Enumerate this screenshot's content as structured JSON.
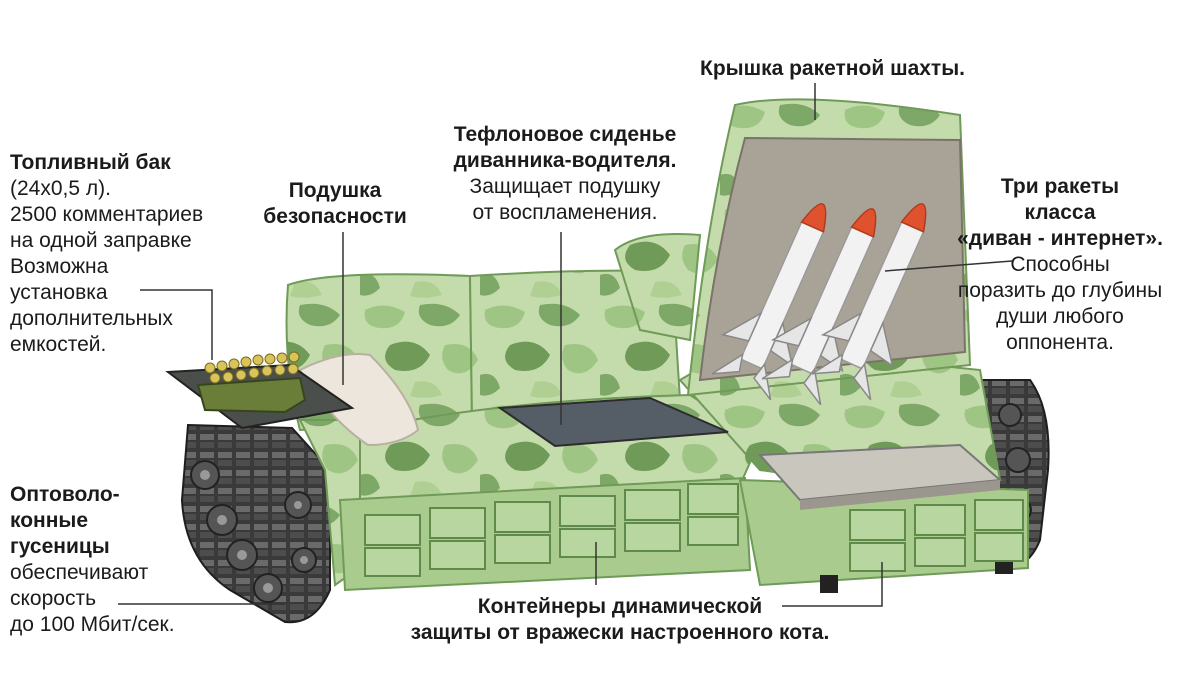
{
  "colors": {
    "camo_light": "#c4dcab",
    "camo_mid": "#9fc585",
    "camo_dark": "#6f9a58",
    "camo_deep": "#4f7a3e",
    "track": "#2e2e2e",
    "rocket_body": "#f2f2f2",
    "rocket_tip": "#e0522e",
    "seat_panel": "#555d66",
    "lid_inside": "#a9a297",
    "leader_line": "#333333"
  },
  "labels": {
    "fuel_tank": {
      "title": "Топливный бак",
      "lines": [
        "(24х0,5 л).",
        "2500 комментариев",
        "на одной заправке",
        "Возможна",
        "установка",
        "дополнительных",
        "емкостей."
      ]
    },
    "safety_cushion": {
      "title_lines": [
        "Подушка",
        "безопасности"
      ]
    },
    "teflon_seat": {
      "title_lines": [
        "Тефлоновое сиденье",
        "диванника-водителя."
      ],
      "lines": [
        "Защищает подушку",
        "от воспламенения."
      ]
    },
    "missile_lid": {
      "title": "Крышка ракетной шахты."
    },
    "three_missiles": {
      "title_lines": [
        "Три ракеты",
        "класса",
        "«диван - интернет»."
      ],
      "lines": [
        "Способны",
        "поразить до глубины",
        "души любого",
        "оппонента."
      ]
    },
    "fiber_tracks": {
      "title_lines": [
        "Оптоволо-",
        "конные",
        "гусеницы"
      ],
      "lines": [
        "обеспечивают",
        "скорость",
        "до 100 Мбит/сек."
      ]
    },
    "containers": {
      "title_lines": [
        "Контейнеры динамической",
        "защиты от вражески настроенного кота."
      ]
    }
  }
}
